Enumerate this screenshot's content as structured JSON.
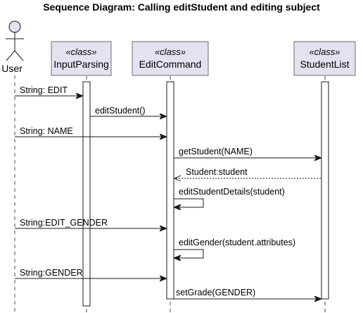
{
  "title": "Sequence Diagram: Calling editStudent and editing subject",
  "participants": {
    "user": {
      "name": "User"
    },
    "inputParsing": {
      "stereotype": "«class»",
      "name": "InputParsing"
    },
    "editCommand": {
      "stereotype": "«class»",
      "name": "EditCommand"
    },
    "studentList": {
      "stereotype": "«class»",
      "name": "StudentList"
    }
  },
  "messages": [
    {
      "label": "String: EDIT",
      "from": "User",
      "to": "InputParsing",
      "kind": "sync"
    },
    {
      "label": "editStudent()",
      "from": "InputParsing",
      "to": "EditCommand",
      "kind": "sync"
    },
    {
      "label": "String: NAME",
      "from": "User",
      "to": "EditCommand",
      "kind": "sync"
    },
    {
      "label": "getStudent(NAME)",
      "from": "EditCommand",
      "to": "StudentList",
      "kind": "sync"
    },
    {
      "label": "Student:student",
      "from": "StudentList",
      "to": "EditCommand",
      "kind": "return"
    },
    {
      "label": "editStudentDetails(student)",
      "from": "EditCommand",
      "to": "EditCommand",
      "kind": "self"
    },
    {
      "label": "String:EDIT_GENDER",
      "from": "User",
      "to": "EditCommand",
      "kind": "sync"
    },
    {
      "label": "editGender(student.attributes)",
      "from": "EditCommand",
      "to": "EditCommand",
      "kind": "self"
    },
    {
      "label": "String:GENDER",
      "from": "User",
      "to": "EditCommand",
      "kind": "sync"
    },
    {
      "label": "setGrade(GENDER)",
      "from": "EditCommand",
      "to": "StudentList",
      "kind": "sync"
    }
  ],
  "colors": {
    "participant_fill": "#e2e2f0",
    "line": "#181818",
    "activation_fill": "#ffffff"
  }
}
